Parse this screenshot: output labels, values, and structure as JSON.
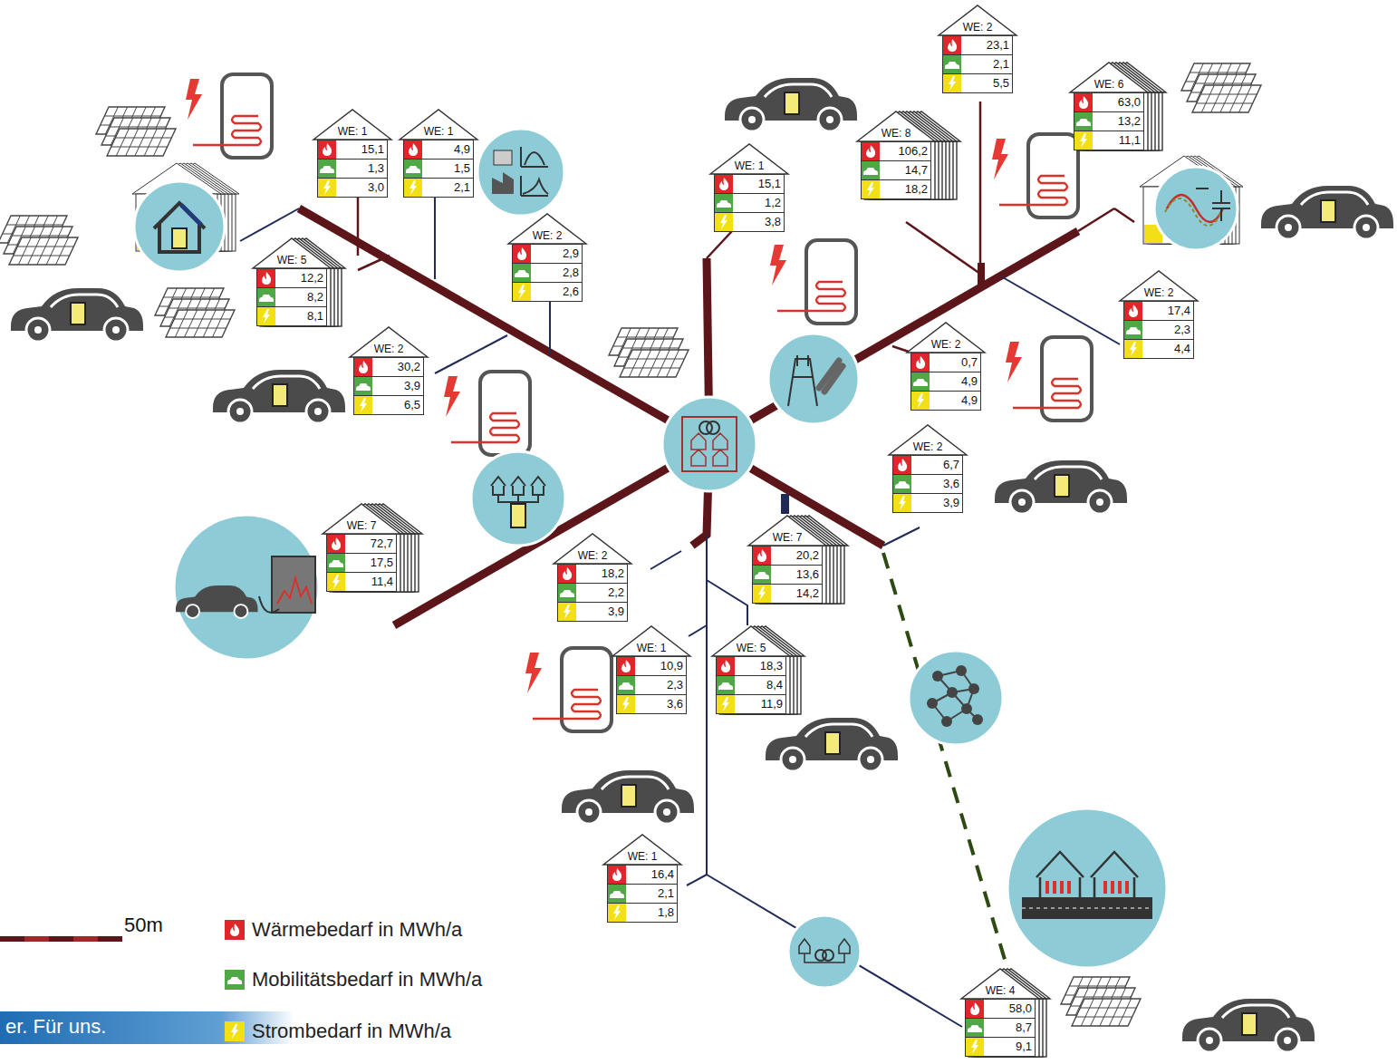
{
  "diagram": {
    "nodes": [
      {
        "text": [
          "WE: 1",
          "15,1",
          "1,3",
          "3,0"
        ]
      },
      {
        "text": [
          "WE: 1",
          "4,9",
          "1,5",
          "2,1"
        ]
      },
      {
        "text": [
          "WE: 5",
          "12,2",
          "8,2",
          "8,1"
        ]
      },
      {
        "text": [
          "WE: 2",
          "2,9",
          "2,8",
          "2,6"
        ]
      },
      {
        "text": [
          "WE: 2",
          "30,2",
          "3,9",
          "6,5"
        ]
      },
      {
        "text": [
          "WE: 1",
          "15,1",
          "1,2",
          "3,8"
        ]
      },
      {
        "text": [
          "WE: 8",
          "106,2",
          "14,7",
          "18,2"
        ]
      },
      {
        "text": [
          "WE: 2",
          "23,1",
          "2,1",
          "5,5"
        ]
      },
      {
        "text": [
          "WE: 6",
          "63,0",
          "13,2",
          "11,1"
        ]
      },
      {
        "text": [
          "WE: 2",
          "17,4",
          "2,3",
          "4,4"
        ]
      },
      {
        "text": [
          "WE: 2",
          "0,7",
          "4,9",
          "4,9"
        ]
      },
      {
        "text": [
          "WE: 2",
          "6,7",
          "3,6",
          "3,9"
        ]
      },
      {
        "text": [
          "WE: 7",
          "72,7",
          "17,5",
          "11,4"
        ]
      },
      {
        "text": [
          "WE: 2",
          "18,2",
          "2,2",
          "3,9"
        ]
      },
      {
        "text": [
          "WE: 7",
          "20,2",
          "13,6",
          "14,2"
        ]
      },
      {
        "text": [
          "WE: 1",
          "10,9",
          "2,3",
          "3,6"
        ]
      },
      {
        "text": [
          "WE: 5",
          "18,3",
          "8,4",
          "11,9"
        ]
      },
      {
        "text": [
          "WE: 1",
          "16,4",
          "2,1",
          "1,8"
        ]
      },
      {
        "text": [
          "WE: 4",
          "58,0",
          "8,7",
          "9,1"
        ]
      }
    ],
    "labels": [
      "50m",
      "er. Für uns."
    ],
    "legend": [
      {
        "text": "Wärmebedarf in MWh/a",
        "color": "#e0262b"
      },
      {
        "text": "Mobilitätsbedarf in MWh/a",
        "color": "#4fa845"
      },
      {
        "text": "Strombedarf in MWh/a",
        "color": "#f2df16"
      }
    ]
  }
}
